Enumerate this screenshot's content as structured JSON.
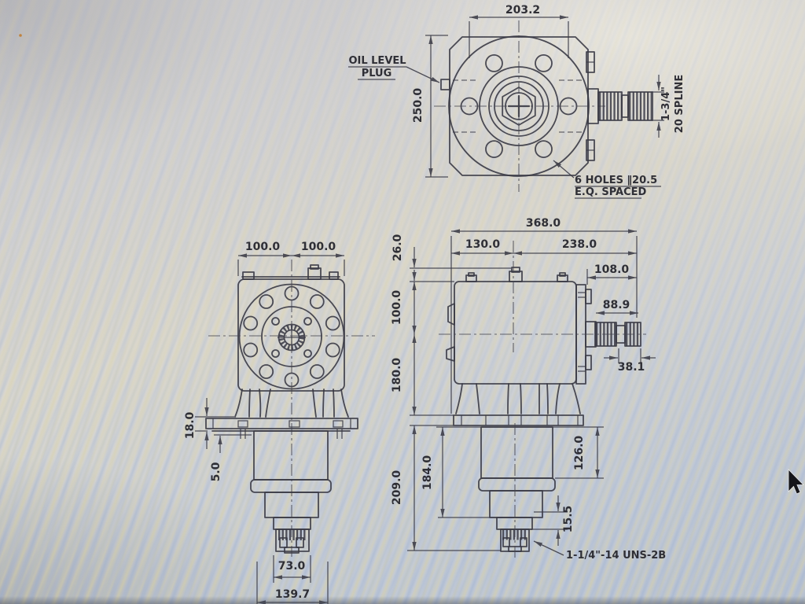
{
  "top_view": {
    "dim_width": "203.2",
    "dim_height": "250.0",
    "oil_label_1": "OIL LEVEL",
    "oil_label_2": "PLUG",
    "holes_note_1": "6 HOLES ∥20.5",
    "holes_note_2": "E.Q. SPACED",
    "shaft_dia": "1-3/4\"",
    "shaft_spline": "20 SPLINE"
  },
  "front_view": {
    "dim_half_left": "100.0",
    "dim_half_right": "100.0",
    "dim_plate": "18.0",
    "dim_pad": "5.0",
    "dim_spline_w": "73.0",
    "dim_hub_w": "139.7"
  },
  "side_view": {
    "dim_overall": "368.0",
    "dim_left": "130.0",
    "dim_right": "238.0",
    "dim_shaft_len": "108.0",
    "dim_spline_len": "88.9",
    "dim_cap": "26.0",
    "dim_upper": "100.0",
    "dim_shaft_dia": "38.1",
    "dim_mid": "180.0",
    "dim_lower": "209.0",
    "dim_bell_h": "184.0",
    "dim_bell_flange": "126.0",
    "dim_step": "15.5",
    "thread_note": "1-1/4\"-14 UNS-2B"
  },
  "colors": {
    "line": "#3a3a45",
    "text": "#26262e",
    "screen_base": "#cfced1",
    "moire_blue": "#9bb2d7",
    "moire_yellow": "#ded4a0"
  },
  "icons": {
    "cursor": "mouse-pointer-arrow"
  }
}
